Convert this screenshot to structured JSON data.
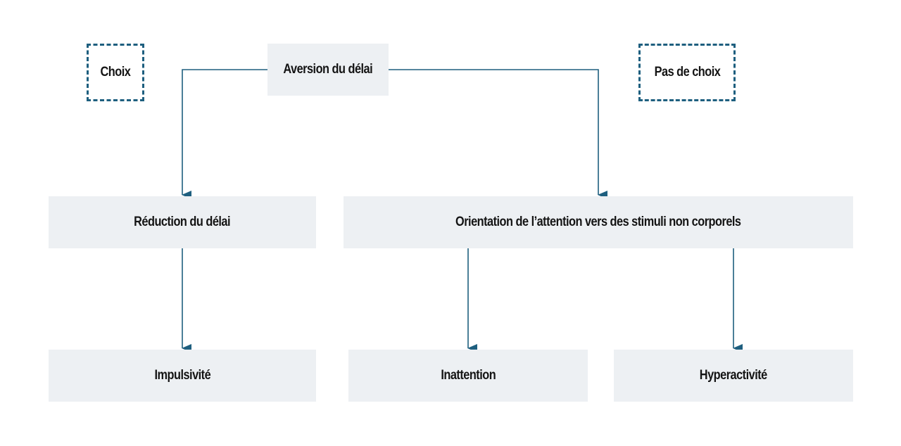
{
  "diagram": {
    "nodes": {
      "aversion": "Aversion du délai",
      "reduction": "Réduction du délai",
      "orientation": "Orientation de l’attention vers des stimuli non corporels",
      "impulsivite": "Impulsivité",
      "inattention": "Inattention",
      "hyperactivite": "Hyperactivité"
    },
    "legend": {
      "choix": "Choix",
      "pas_de_choix": "Pas de choix"
    },
    "edges": [
      {
        "from": "aversion",
        "to": "reduction"
      },
      {
        "from": "aversion",
        "to": "orientation"
      },
      {
        "from": "reduction",
        "to": "impulsivite"
      },
      {
        "from": "orientation",
        "to": "inattention"
      },
      {
        "from": "orientation",
        "to": "hyperactivite"
      }
    ],
    "colors": {
      "box_fill": "#edf0f3",
      "connector": "#1e5f7f",
      "text": "#141414"
    }
  }
}
